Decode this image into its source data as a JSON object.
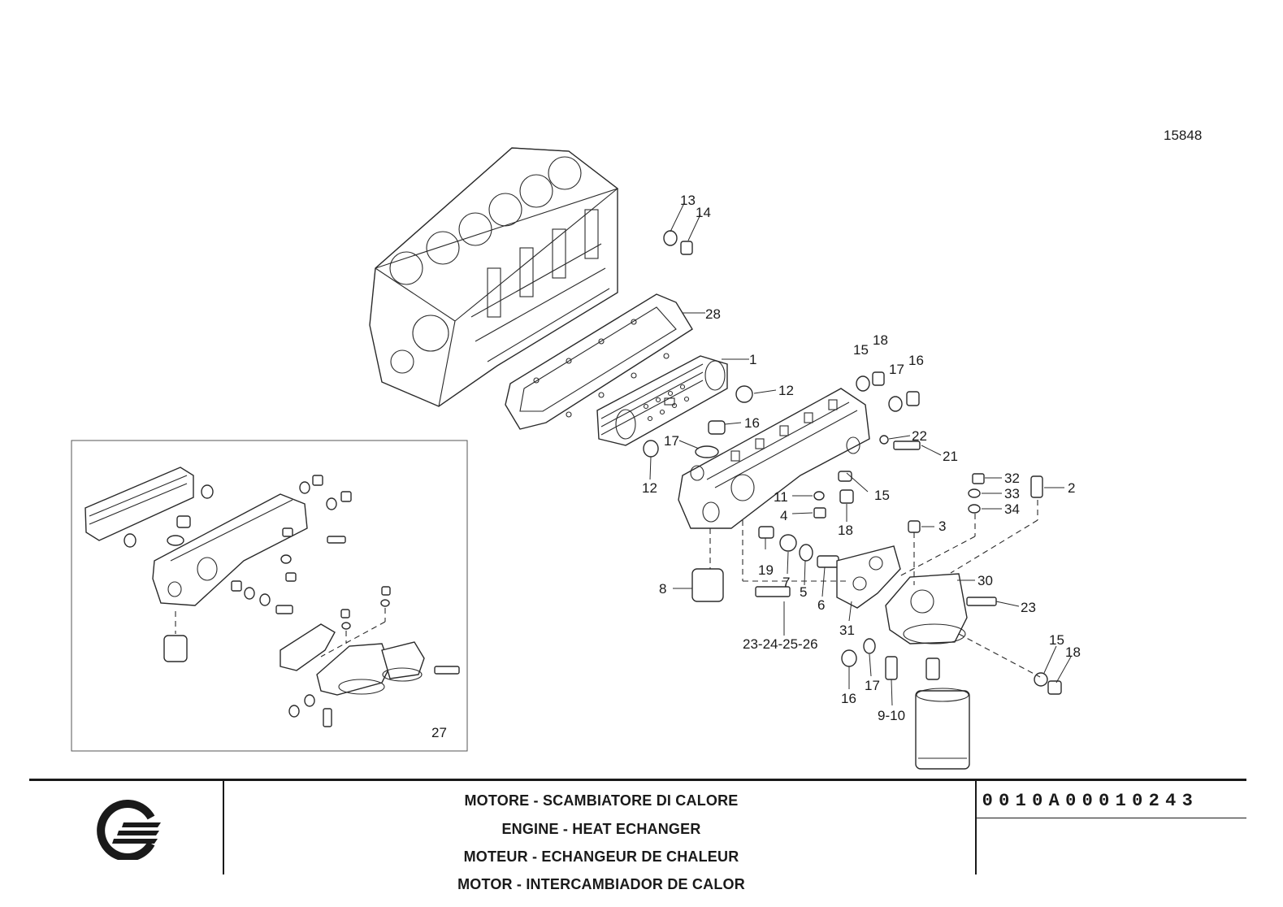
{
  "drawing_number": "15848",
  "inset_number": "27",
  "part_labels": [
    "13",
    "14",
    "28",
    "1",
    "12",
    "15",
    "18",
    "17",
    "16",
    "16",
    "17",
    "12",
    "22",
    "21",
    "32",
    "2",
    "33",
    "34",
    "11",
    "15",
    "4",
    "3",
    "18",
    "30",
    "8",
    "19",
    "7",
    "5",
    "6",
    "31",
    "23",
    "23-24-25-26",
    "15",
    "18",
    "16",
    "17",
    "9-10"
  ],
  "title_block": {
    "lines": [
      "MOTORE - SCAMBIATORE DI CALORE",
      "ENGINE - HEAT ECHANGER",
      "MOTEUR - ECHANGEUR DE CHALEUR",
      "MOTOR - INTERCAMBIADOR DE CALOR"
    ],
    "code": "0010A0001024 3",
    "code_chars": [
      "0",
      "0",
      "1",
      "0",
      "A",
      "0",
      "0",
      "0",
      "1",
      "0",
      "2",
      "4",
      "3"
    ]
  },
  "logo": "company-logo"
}
